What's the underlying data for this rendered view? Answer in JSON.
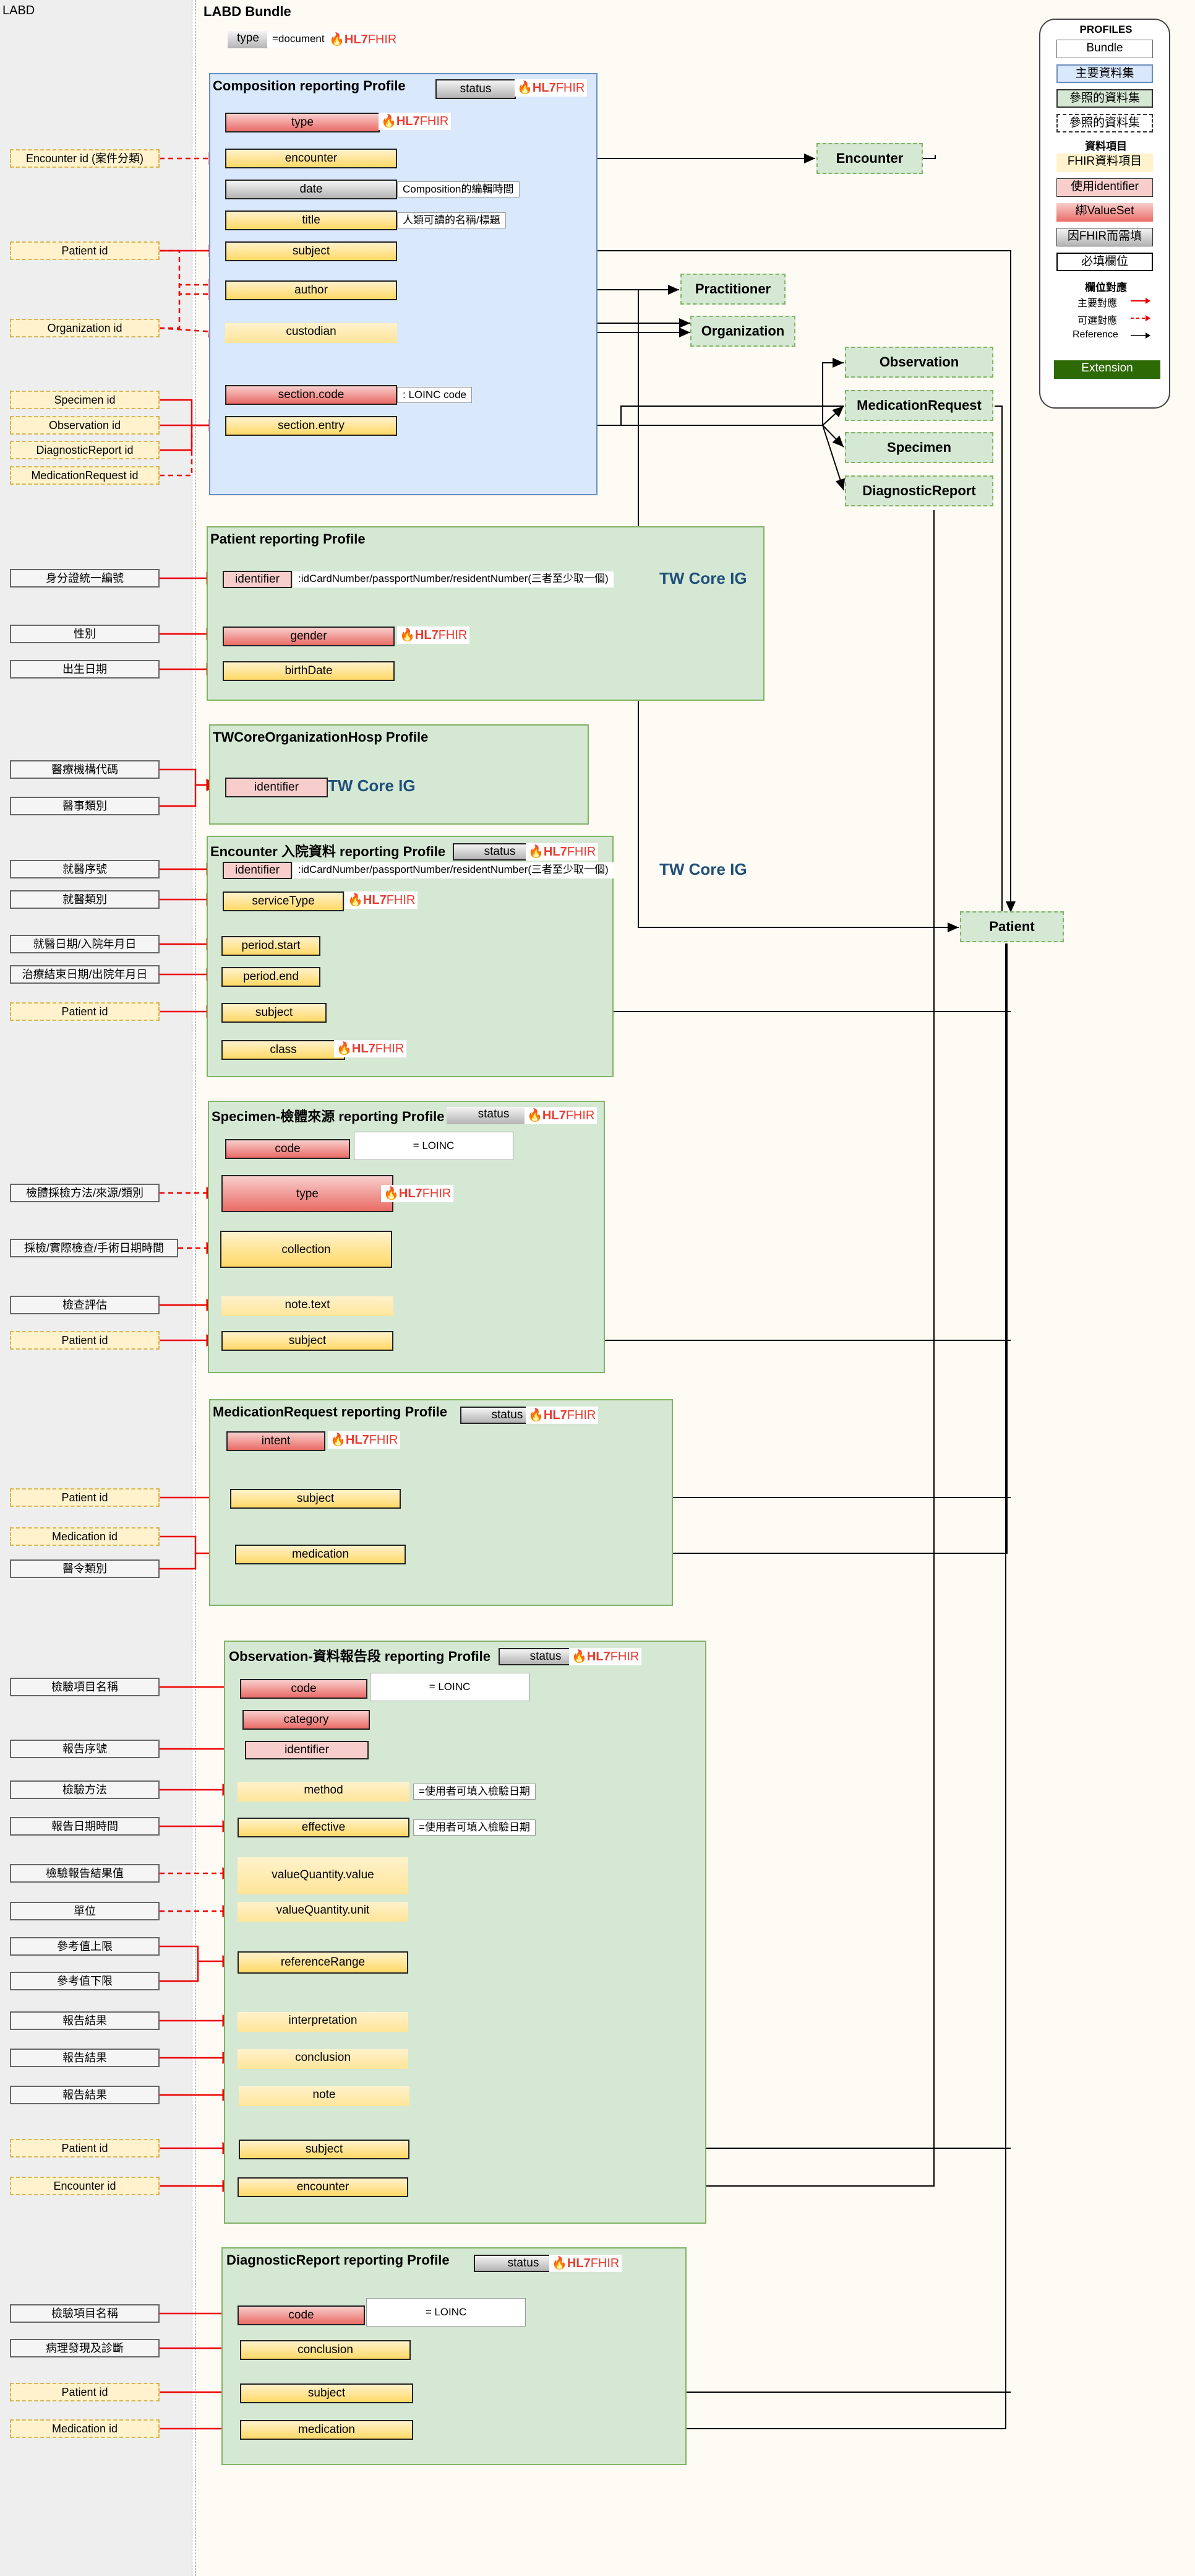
{
  "lanes": {
    "left_title": "LABD",
    "main_title": "LABD Bundle"
  },
  "bundle": {
    "type_label": "type",
    "type_value": "=document"
  },
  "fhir_badge": {
    "flame": "🔥",
    "hl7": "HL7",
    "fhir": "FHIR"
  },
  "tw_core": "TW Core IG",
  "composition": {
    "title": "Composition reporting Profile",
    "status": "status",
    "fields": {
      "type": "type",
      "encounter": "encounter",
      "date": "date",
      "title": "title",
      "subject": "subject",
      "author": "author",
      "custodian": "custodian",
      "section_code": "section.code",
      "section_entry": "section.entry"
    },
    "notes": {
      "date": "Composition的編輯時間",
      "title": "人類可讀的名稱/標題",
      "section_code": ": LOINC code"
    }
  },
  "resources": {
    "encounter": "Encounter",
    "practitioner": "Practitioner",
    "organization": "Organization",
    "observation": "Observation",
    "medication_request": "MedicationRequest",
    "specimen": "Specimen",
    "diagnostic_report": "DiagnosticReport",
    "patient": "Patient"
  },
  "sources": {
    "encounter_id": "Encounter id (案件分類)",
    "patient_id": "Patient id",
    "organization_id": "Organization id",
    "specimen_id": "Specimen id",
    "observation_id": "Observation id",
    "diagnosticreport_id": "DiagnosticReport id",
    "medicationrequest_id": "MedicationRequest id",
    "national_id": "身分證統一編號",
    "sex": "性別",
    "birth_date": "出生日期",
    "hospital_code": "醫療機構代碼",
    "medical_type": "醫事類別",
    "visit_number": "就醫序號",
    "visit_type": "就醫類別",
    "visit_start": "就醫日期/入院年月日",
    "visit_end": "治療結束日期/出院年月日",
    "collect_method": "檢體採檢方法/來源/類別",
    "collect_date": "採檢/實際檢查/手術日期時間",
    "assessment": "檢查評估",
    "medication_id": "Medication id",
    "order_type": "醫令類別",
    "test_name": "檢驗項目名稱",
    "report_seq": "報告序號",
    "test_method": "檢驗方法",
    "report_date": "報告日期時間",
    "result_value": "檢驗報告結果值",
    "unit": "單位",
    "ref_high": "參考值上限",
    "ref_low": "參考值下限",
    "report_result": "報告結果",
    "encounter_id_plain": "Encounter id",
    "pathology": "病理發現及診斷"
  },
  "patient_profile": {
    "title": "Patient reporting Profile",
    "identifier": "identifier",
    "identifier_note": ":idCardNumber/passportNumber/residentNumber(三者至少取一個)",
    "gender": "gender",
    "birth_date": "birthDate"
  },
  "org_profile": {
    "title": "TWCoreOrganizationHosp Profile",
    "identifier": "identifier"
  },
  "encounter_profile": {
    "title": "Encounter 入院資料 reporting Profile",
    "status": "status",
    "identifier": "identifier",
    "identifier_note": ":idCardNumber/passportNumber/residentNumber(三者至少取一個)",
    "service_type": "serviceType",
    "period_start": "period.start",
    "period_end": "period.end",
    "subject": "subject",
    "class": "class"
  },
  "specimen_profile": {
    "title": "Specimen-檢體來源 reporting Profile",
    "status": "status",
    "code": "code",
    "code_note": "= LOINC",
    "type": "type",
    "collection": "collection",
    "note_text": "note.text",
    "subject": "subject"
  },
  "medreq_profile": {
    "title": "MedicationRequest reporting Profile",
    "status": "status",
    "intent": "intent",
    "subject": "subject",
    "medication": "medication"
  },
  "obs_profile": {
    "title": "Observation-資料報告段 reporting Profile",
    "status": "status",
    "code": "code",
    "code_note": "= LOINC",
    "category": "category",
    "identifier": "identifier",
    "method": "method",
    "method_note": "=使用者可填入檢驗日期",
    "effective": "effective",
    "effective_note": "=使用者可填入檢驗日期",
    "value_quantity_value": "valueQuantity.value",
    "value_quantity_unit": "valueQuantity.unit",
    "reference_range": "referenceRange",
    "interpretation": "interpretation",
    "conclusion": "conclusion",
    "note": "note",
    "subject": "subject",
    "encounter": "encounter"
  },
  "dr_profile": {
    "title": "DiagnosticReport reporting Profile",
    "status": "status",
    "code": "code",
    "code_note": "= LOINC",
    "conclusion": "conclusion",
    "subject": "subject",
    "medication": "medication"
  },
  "legend": {
    "title": "PROFILES",
    "bundle": "Bundle",
    "main": "主要資料集",
    "ref": "參照的資料集",
    "ref2": "參照的資料集",
    "items_title": "資料項目",
    "fhir_item": "FHIR資料項目",
    "use_identifier": "使用identifier",
    "bind_valueset": "綁ValueSet",
    "fhir_required": "因FHIR而需填",
    "required": "必填欄位",
    "map_title": "欄位對應",
    "primary": "主要對應",
    "possible": "可選對應",
    "reference": "Reference",
    "extension": "Extension"
  },
  "colors": {
    "required_arrow": "#ff0000",
    "reference": "#000000",
    "extension": "#2d6a05"
  }
}
